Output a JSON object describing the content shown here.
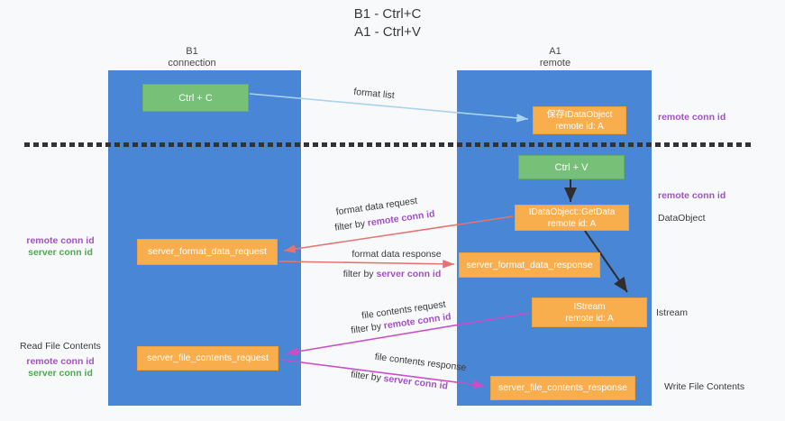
{
  "title": {
    "line1": "B1 - Ctrl+C",
    "line2": "A1 - Ctrl+V"
  },
  "columns": {
    "left": {
      "name": "B1",
      "subtitle": "connection"
    },
    "right": {
      "name": "A1",
      "subtitle": "remote"
    }
  },
  "nodes": {
    "ctrl_c": "Ctrl + C",
    "save_idataobject": {
      "line1": "保存IDataObject",
      "line2": "remote id: A"
    },
    "ctrl_v": "Ctrl + V",
    "getdata": {
      "line1": "IDataObject::GetData",
      "line2": "remote id: A"
    },
    "format_request": "server_format_data_request",
    "format_response": "server_format_data_response",
    "istream": {
      "line1": "IStream",
      "line2": "remote id: A"
    },
    "file_request": "server_file_contents_request",
    "file_response": "server_file_contents_response"
  },
  "arrow_labels": {
    "format_list": "format list",
    "format_data_request": "format data request",
    "format_data_response": "format data response",
    "file_contents_request": "file contents request",
    "file_contents_response": "file contents response",
    "filter_by": "filter by ",
    "remote_conn_id": "remote conn id",
    "server_conn_id": "server conn id"
  },
  "side_labels": {
    "remote_conn_id": "remote conn id",
    "server_conn_id": "server conn id",
    "dataobject": "DataObject",
    "istream": "Istream",
    "read_file_contents": "Read File Contents",
    "write_file_contents": "Write File Contents"
  },
  "colors": {
    "column_blue": "#4a86d6",
    "box_green": "#77c077",
    "box_orange": "#f9ae4e",
    "arrow_lightblue": "#a9d3ee",
    "arrow_black": "#2e2e2e",
    "arrow_red": "#e57471",
    "arrow_magenta": "#cb4ec5",
    "text_purple": "#a251c5",
    "text_green": "#4ea852",
    "background": "#f8f9fa"
  }
}
